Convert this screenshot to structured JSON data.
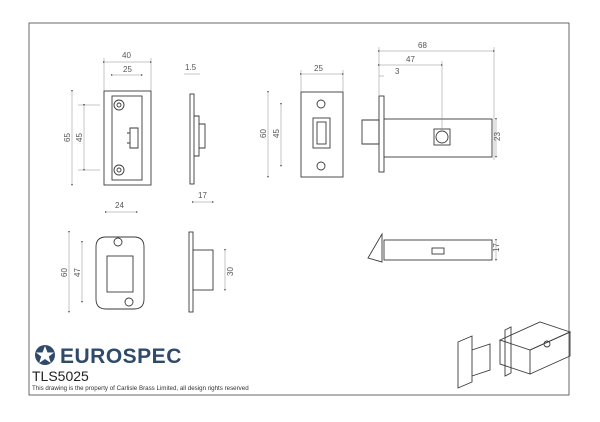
{
  "brand": {
    "name": "EUROSPEC",
    "color": "#2f4a6b",
    "logo_icon": "star-badge-icon"
  },
  "product_code": "TLS5025",
  "notice": "This drawing is the property of Carlisle Brass Limited, all design rights reserved",
  "dimensions": {
    "forend_plate": {
      "width": "40",
      "hole_spacing_w": "25",
      "height": "65",
      "hole_spacing_h": "45"
    },
    "forend_side": {
      "thickness": "1.5"
    },
    "strike_plate": {
      "width": "25",
      "height": "60",
      "hole_spacing_h": "45"
    },
    "latch_body": {
      "overall": "68",
      "backset": "47",
      "plate_offset": "3",
      "case_height": "23"
    },
    "keep_plate": {
      "width": "24",
      "height": "60",
      "hole_spacing_h": "47"
    },
    "keep_side": {
      "depth": "17",
      "height": "30"
    },
    "tube_side": {
      "height": "17"
    }
  }
}
